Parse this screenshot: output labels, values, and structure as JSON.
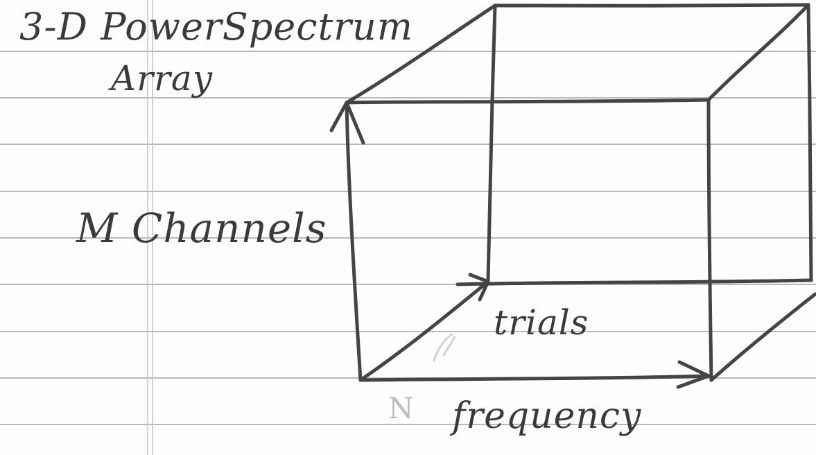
{
  "title": {
    "line1": "3-D PowerSpectrum",
    "line2": "Array"
  },
  "axes": {
    "channels": "M Channels",
    "trials": "trials",
    "frequency": "frequency",
    "n_label": "N"
  },
  "colors": {
    "paper": "#fdfdfd",
    "rule_line": "#b9b9b9",
    "margin_line": "#c4c4c4",
    "pencil": "#444444",
    "faint_pencil": "#bdbdbd"
  }
}
